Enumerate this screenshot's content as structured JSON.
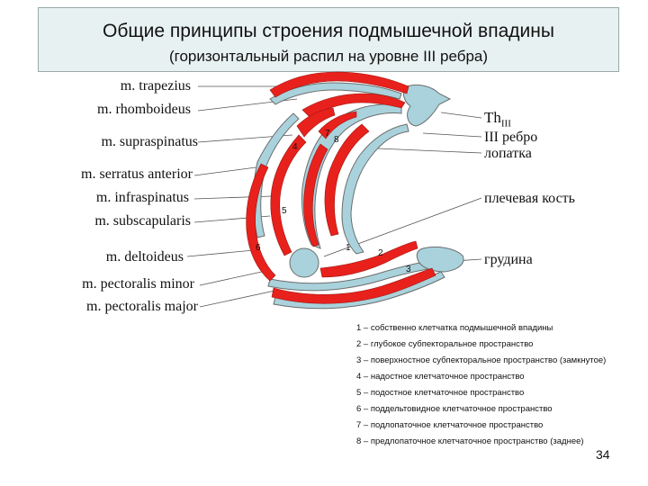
{
  "title": {
    "main": "Общие принципы строения подмышечной впадины",
    "sub": "(горизонтальный распил на уровне III ребра)"
  },
  "left_labels": [
    "m. trapezius",
    "m. rhomboideus",
    "m. supraspinatus",
    "m. serratus anterior",
    "m. infraspinatus",
    "m. subscapularis",
    "m. deltoideus",
    "m. pectoralis minor",
    "m. pectoralis major"
  ],
  "right_labels": {
    "th_base": "Th",
    "th_sub": "III",
    "rib": "III ребро",
    "scapula": "лопатка",
    "humerus": "плечевая кость",
    "sternum": "грудина"
  },
  "numbers": [
    "1",
    "2",
    "3",
    "4",
    "5",
    "6",
    "7",
    "8"
  ],
  "legend": [
    "1 – собственно клетчатка подмышечной впадины",
    "2 – глубокое субпекторальное пространство",
    "3 – поверхностное субпекторальное пространство (замкнутое)",
    "4 – надостное клетчаточное пространство",
    "5 – подостное клетчаточное пространство",
    "6 – поддельтовидное клетчаточное пространство",
    "7 – подлопаточное клетчаточное пространство",
    "8 – предлопаточное клетчаточное пространство (заднее)"
  ],
  "page_number": "34",
  "colors": {
    "muscle": "#e8211c",
    "fascia": "#a9d2dc",
    "outline": "#6d6d6d",
    "title_bg": "#e8f1f1"
  }
}
